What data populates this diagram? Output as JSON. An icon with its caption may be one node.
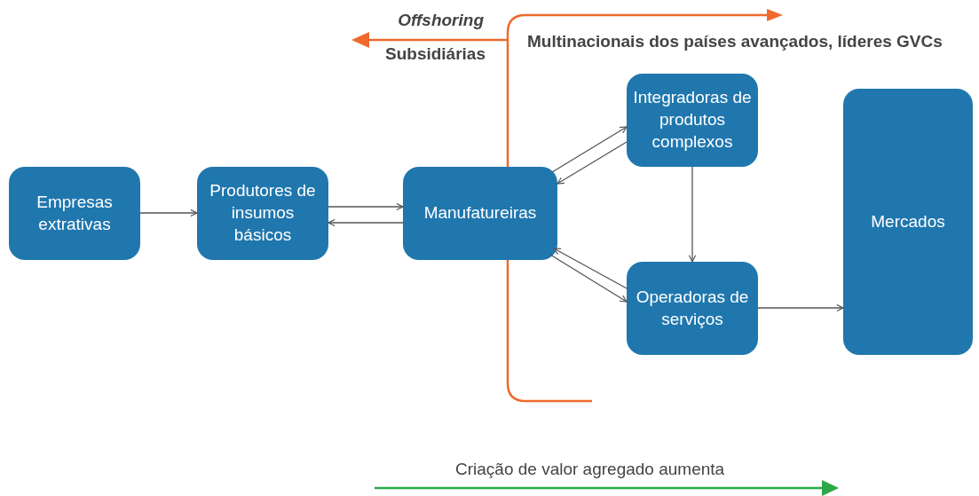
{
  "diagram": {
    "nodes": [
      {
        "text": [
          "Empresas extrativas"
        ]
      },
      {
        "text": [
          "Produtores de insumos básicos"
        ]
      },
      {
        "text": [
          "Manufatureiras"
        ]
      },
      {
        "text": [
          "Integradoras de produtos complexos"
        ]
      },
      {
        "text": [
          "Operadoras de serviços"
        ]
      },
      {
        "text": [
          "Mercados"
        ]
      }
    ],
    "edges": [
      {
        "from": 0,
        "to": 1,
        "arrow": "to"
      },
      {
        "from": 1,
        "to": 2,
        "arrow": "to"
      },
      {
        "from": 2,
        "to": 1,
        "arrow": "to"
      },
      {
        "from": 2,
        "to": 3,
        "arrow": "to"
      },
      {
        "from": 3,
        "to": 2,
        "arrow": "to"
      },
      {
        "from": 3,
        "to": 4,
        "arrow": "to"
      },
      {
        "from": 2,
        "to": 4,
        "arrow": "to"
      },
      {
        "from": 4,
        "to": 2,
        "arrow": "to"
      },
      {
        "from": 4,
        "to": 5,
        "arrow": "to"
      }
    ],
    "labels": [
      "Offshoring",
      "Subsidiárias",
      "Multinacionais dos países avançados, líderes GVCs",
      "Criação de valor agregado aumenta"
    ]
  }
}
